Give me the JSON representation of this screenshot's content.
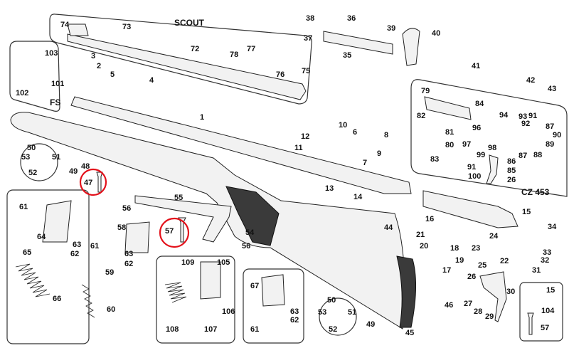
{
  "diagram": {
    "title": "CZ 453 exploded parts diagram",
    "highlight_color": "#e3101a",
    "highlighted_parts": [
      "47",
      "57"
    ],
    "labels": [
      "74",
      "73",
      "SCOUT",
      "72",
      "77",
      "78",
      "76",
      "75",
      "3",
      "2",
      "5",
      "4",
      "103",
      "101",
      "102",
      "FS",
      "38",
      "36",
      "39",
      "40",
      "37",
      "35",
      "41",
      "42",
      "43",
      "1",
      "12",
      "10",
      "11",
      "6",
      "8",
      "9",
      "7",
      "13",
      "14",
      "79",
      "84",
      "82",
      "81",
      "80",
      "83",
      "94",
      "93",
      "91",
      "87",
      "92",
      "90",
      "89",
      "96",
      "97",
      "98",
      "99",
      "87",
      "88",
      "86",
      "85",
      "91",
      "100",
      "26",
      "CZ 453",
      "50",
      "53",
      "51",
      "52",
      "49",
      "48",
      "47",
      "55",
      "56",
      "57",
      "54",
      "56",
      "44",
      "61",
      "64",
      "63",
      "62",
      "65",
      "66",
      "61",
      "58",
      "63",
      "62",
      "59",
      "60",
      "109",
      "105",
      "106",
      "108",
      "107",
      "67",
      "63",
      "62",
      "61",
      "50",
      "53",
      "51",
      "52",
      "49",
      "45",
      "46",
      "15",
      "16",
      "34",
      "21",
      "23",
      "24",
      "20",
      "18",
      "19",
      "22",
      "32",
      "17",
      "25",
      "33",
      "31",
      "26",
      "30",
      "27",
      "28",
      "29",
      "15",
      "104",
      "57"
    ]
  }
}
